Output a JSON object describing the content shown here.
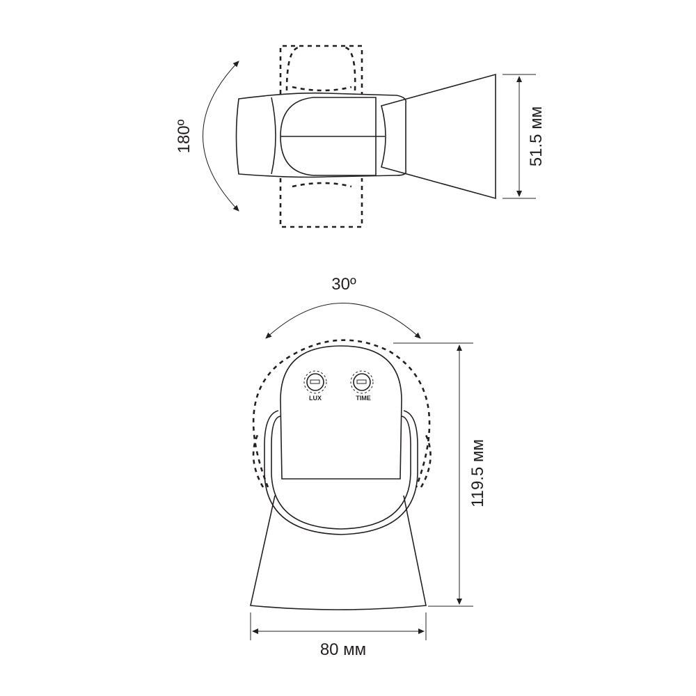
{
  "top_view": {
    "rotation_label": "180º",
    "height_label": "51.5 мм"
  },
  "front_view": {
    "tilt_label": "30º",
    "height_label": "119.5 мм",
    "width_label": "80 мм",
    "knobs": [
      {
        "label": "LUX"
      },
      {
        "label": "TIME"
      }
    ]
  },
  "colors": {
    "line": "#231f20",
    "background": "#ffffff"
  }
}
